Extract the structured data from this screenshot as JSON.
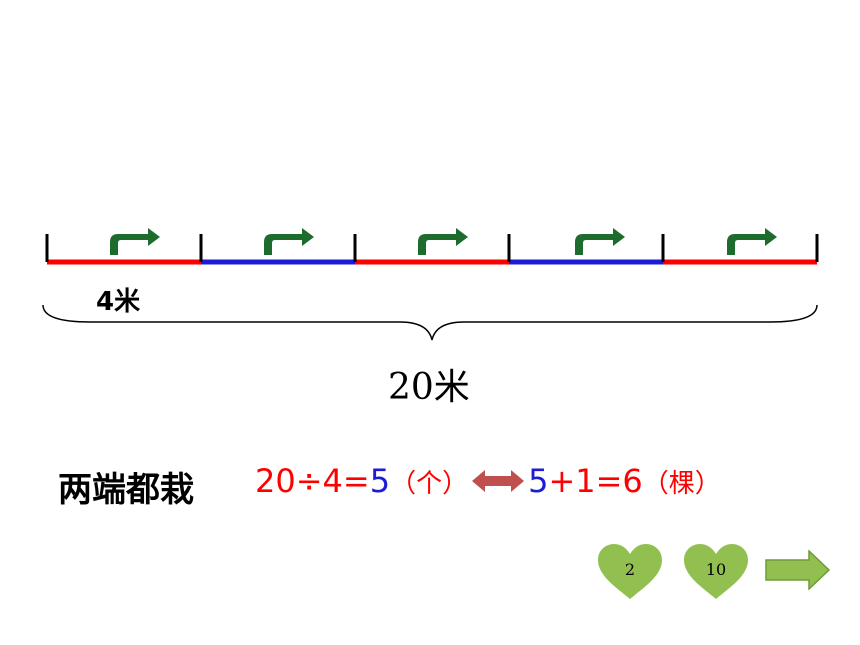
{
  "segment_label": "4米",
  "total_label": "20米",
  "case_label": "两端都栽",
  "formula": {
    "part1": "20÷4=",
    "part2": "5",
    "unit1": "（个）",
    "part3": "5",
    "part4": "+1=6",
    "unit2": "（棵）"
  },
  "hearts": [
    "2",
    "10"
  ],
  "colors": {
    "red": "#ff0000",
    "blue": "#1c1cd6",
    "arrow_green": "#1e6b2e",
    "heart_green": "#92c050"
  },
  "icons": [
    "turn-arrow-icon",
    "double-arrow-icon",
    "heart-icon",
    "right-arrow-icon"
  ]
}
